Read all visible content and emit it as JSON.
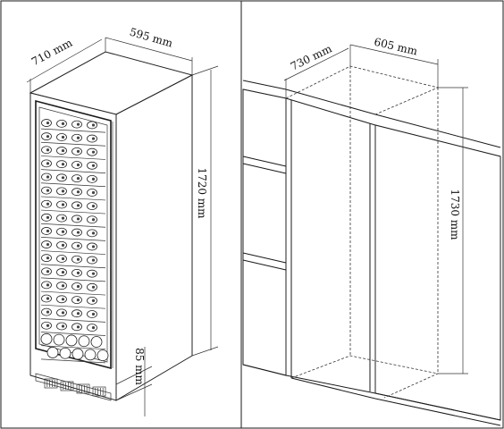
{
  "fridge": {
    "depth_label": "710 mm",
    "width_label": "595 mm",
    "height_label": "1720 mm",
    "plinth_label": "85 mm",
    "rack_rows": 16,
    "bottles_per_row": 4,
    "bottom_bottle_rows": 2
  },
  "niche": {
    "depth_label": "730 mm",
    "width_label": "605 mm",
    "height_label": "1730 mm"
  },
  "colors": {
    "line": "#1a1a1a",
    "background": "#ffffff"
  }
}
